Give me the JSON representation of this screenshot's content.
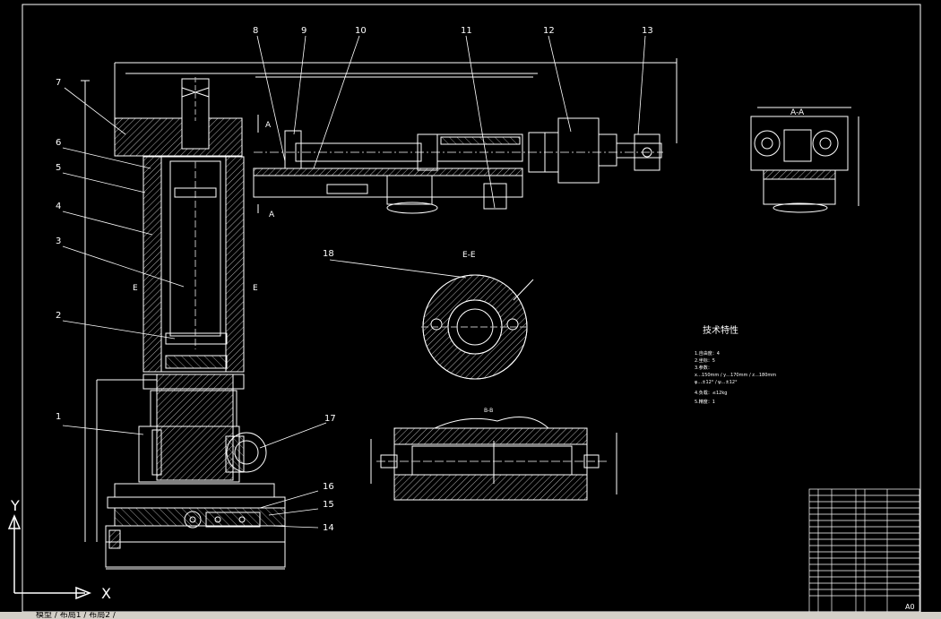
{
  "callouts": [
    "1",
    "2",
    "3",
    "4",
    "5",
    "6",
    "7",
    "8",
    "9",
    "10",
    "11",
    "12",
    "13",
    "14",
    "15",
    "16",
    "17",
    "18"
  ],
  "section_labels": {
    "e_left": "E",
    "e_right": "E",
    "a_top": "A",
    "a_bottom": "A",
    "a_view": "A-A",
    "e_view": "E-E",
    "b_view": "B-B"
  },
  "tech_title": "技术特性",
  "tech_lines": [
    "1.自由度：4",
    "2.坐标：5",
    "3.参数：",
    "   x…150mm / y…170mm / z…180mm",
    "   φ…±12° / ψ…±12°",
    "4.负载：≤12kg",
    "5.精度：1"
  ],
  "ucs": {
    "x_label": "X",
    "y_label": "Y"
  },
  "title_block": {
    "sheet_size": "A0"
  },
  "bottom_tabs": "模型 / 布局1 / 布局2 /"
}
